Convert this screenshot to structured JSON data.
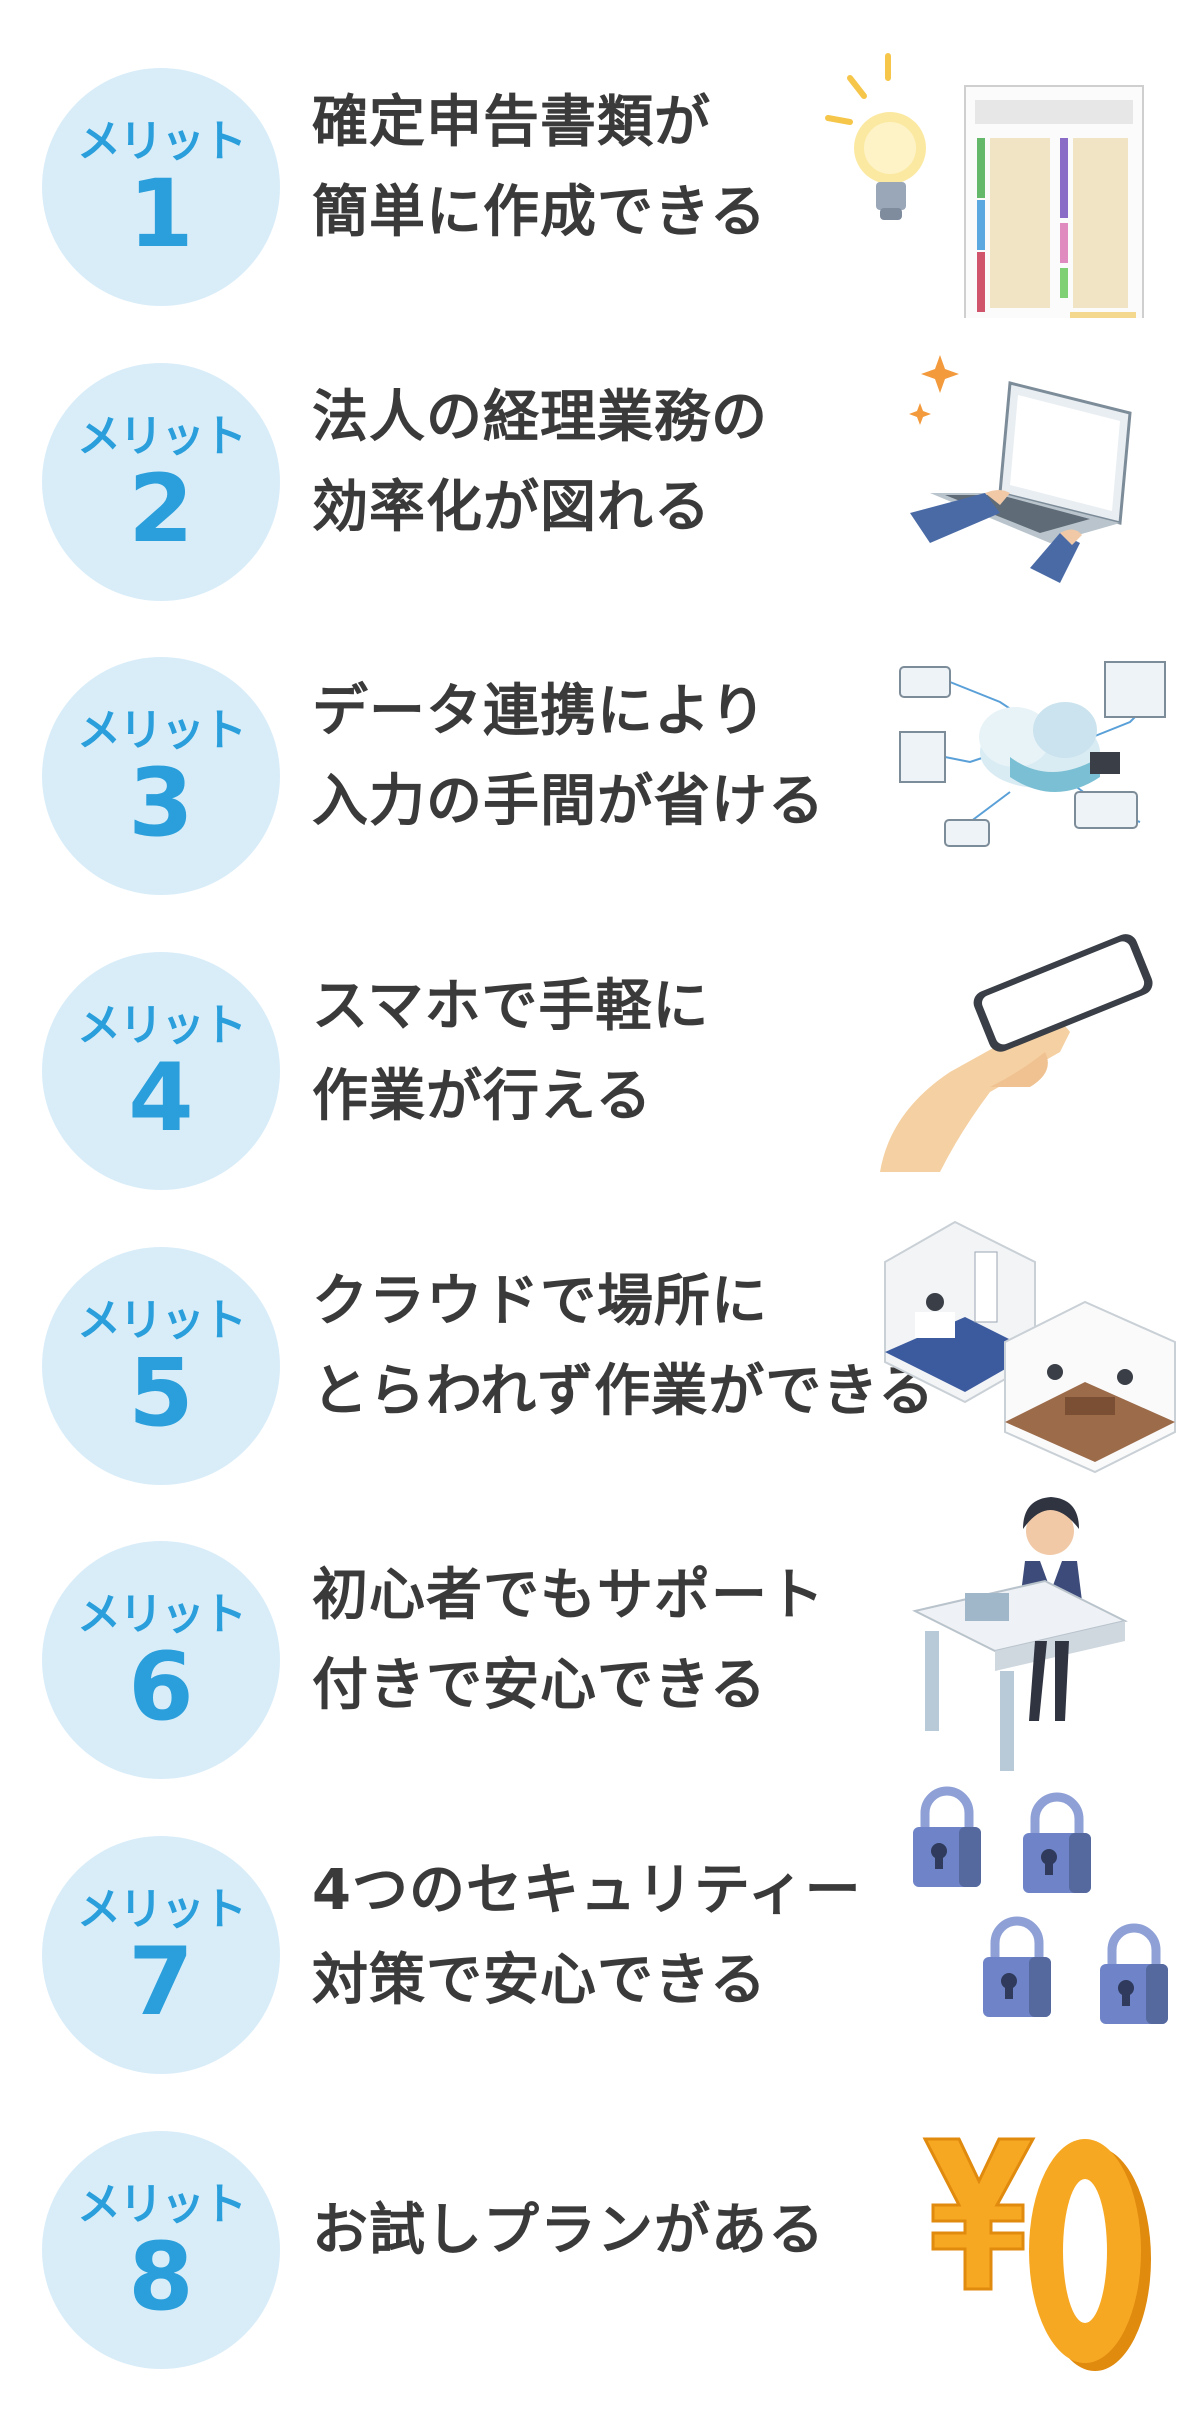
{
  "badge_label": "メリット",
  "items": [
    {
      "number": "1",
      "line1": "確定申告書類が",
      "line2": "簡単に作成できる",
      "icon": "lightbulb-and-tax-form-icon"
    },
    {
      "number": "2",
      "line1": "法人の経理業務の",
      "line2": "効率化が図れる",
      "icon": "laptop-typing-icon"
    },
    {
      "number": "3",
      "line1": "データ連携により",
      "line2": "入力の手間が省ける",
      "icon": "cloud-sync-devices-icon"
    },
    {
      "number": "4",
      "line1": "スマホで手軽に",
      "line2": "作業が行える",
      "icon": "hand-holding-smartphone-icon"
    },
    {
      "number": "5",
      "line1": "クラウドで場所に",
      "line2": "とらわれず作業ができる",
      "icon": "office-and-cafe-rooms-icon"
    },
    {
      "number": "6",
      "line1": "初心者でもサポート",
      "line2": "付きで安心できる",
      "icon": "support-operator-icon"
    },
    {
      "number": "7",
      "line1": "4つのセキュリティー",
      "line2": "対策で安心できる",
      "icon": "four-padlocks-icon"
    },
    {
      "number": "8",
      "line1": "お試しプランがある",
      "line2": "",
      "icon": "zero-yen-icon"
    }
  ],
  "colors": {
    "badge_bg": "#d9edf9",
    "badge_text": "#2a9fdb",
    "body_text": "#3a3a3a",
    "lock_blue": "#6f84c8",
    "coin_orange": "#f7a823"
  }
}
